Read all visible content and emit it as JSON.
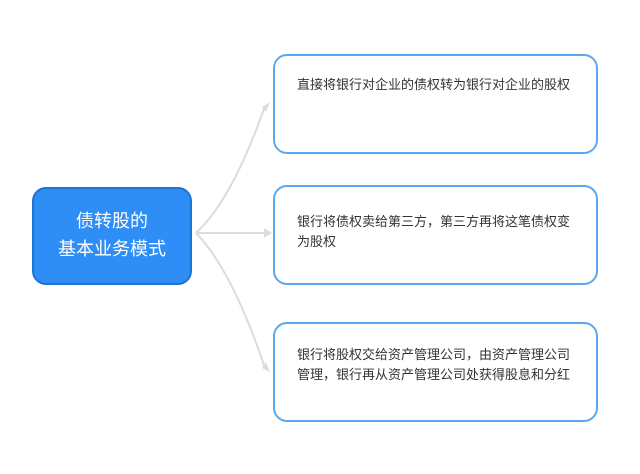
{
  "diagram": {
    "root": {
      "lines": [
        "债转股的",
        "基本业务模式"
      ]
    },
    "branches": [
      {
        "text": "直接将银行对企业的债权转为银行对企业的股权"
      },
      {
        "text": "银行将债权卖给第三方，第三方再将这笔债权变为股权"
      },
      {
        "text": "银行将股权交给资产管理公司，由资产管理公司管理，银行再从资产管理公司处获得股息和分红"
      }
    ],
    "colors": {
      "root_fill": "#2e8ef6",
      "branch_border": "#5aa9ee",
      "connector": "#d9d9d9"
    }
  }
}
